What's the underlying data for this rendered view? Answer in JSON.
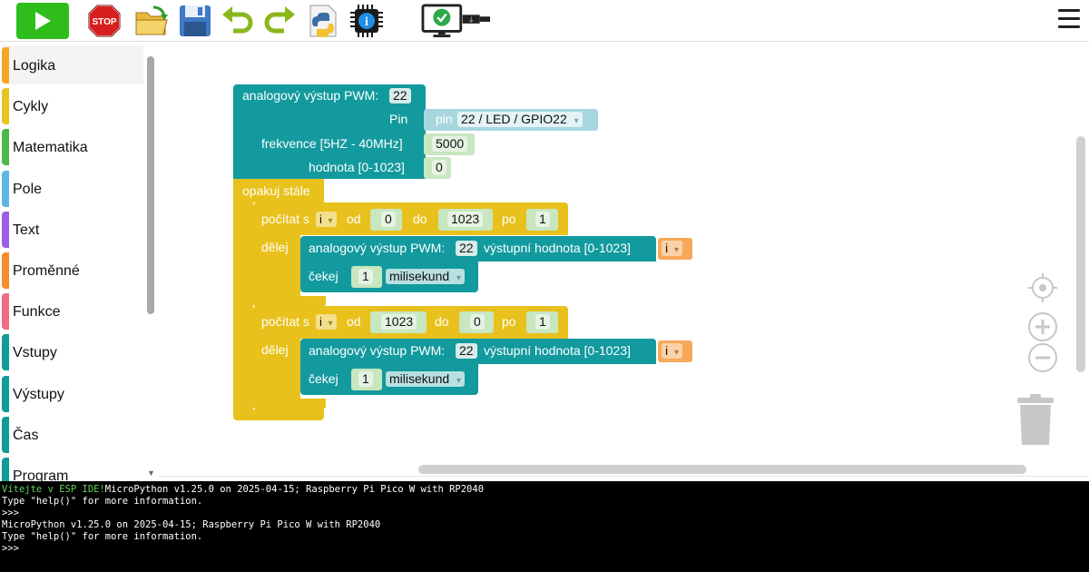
{
  "sidebar": {
    "categories": [
      {
        "label": "Logika",
        "color": "#f6a623"
      },
      {
        "label": "Cykly",
        "color": "#e9c41e"
      },
      {
        "label": "Matematika",
        "color": "#4cb84a"
      },
      {
        "label": "Pole",
        "color": "#5bb6e6"
      },
      {
        "label": "Text",
        "color": "#9b5de5"
      },
      {
        "label": "Proměnné",
        "color": "#f88c2a"
      },
      {
        "label": "Funkce",
        "color": "#f36a86"
      },
      {
        "label": "Vstupy",
        "color": "#119c98"
      },
      {
        "label": "Výstupy",
        "color": "#119c98"
      },
      {
        "label": "Čas",
        "color": "#119c98"
      },
      {
        "label": "Program",
        "color": "#119c98"
      }
    ]
  },
  "blocks": {
    "pwm_init": {
      "title": "analogový výstup PWM:",
      "pwm_num": "22",
      "pin_label": "Pin",
      "pin_prefix": "pin",
      "pin_value": "22 / LED / GPIO22",
      "freq_label": "frekvence [5HZ - 40MHz]",
      "freq_value": "5000",
      "value_label": "hodnota [0-1023]",
      "value_value": "0"
    },
    "forever": {
      "label": "opakuj stále"
    },
    "loop1": {
      "count_label": "počítat s",
      "var": "i",
      "from_label": "od",
      "from": "0",
      "to_label": "do",
      "to": "1023",
      "by_label": "po",
      "by": "1",
      "do_label": "dělej",
      "pwm_label": "analogový výstup PWM:",
      "pwm_num": "22",
      "out_label": "výstupní hodnota [0-1023]",
      "out_var": "i",
      "wait_label": "čekej",
      "wait_value": "1",
      "wait_unit": "milisekund"
    },
    "loop2": {
      "count_label": "počítat s",
      "var": "i",
      "from_label": "od",
      "from": "1023",
      "to_label": "do",
      "to": "0",
      "by_label": "po",
      "by": "1",
      "do_label": "dělej",
      "pwm_label": "analogový výstup PWM:",
      "pwm_num": "22",
      "out_label": "výstupní hodnota [0-1023]",
      "out_var": "i",
      "wait_label": "čekej",
      "wait_value": "1",
      "wait_unit": "milisekund"
    }
  },
  "console": {
    "welcome": "Vítejte v ESP IDE!",
    "lines": [
      "MicroPython v1.25.0 on 2025-04-15; Raspberry Pi Pico W with RP2040",
      "Type \"help()\" for more information.",
      ">>>",
      "MicroPython v1.25.0 on 2025-04-15; Raspberry Pi Pico W with RP2040",
      "Type \"help()\" for more information.",
      ">>>"
    ]
  },
  "dropdown_arrow": "▾"
}
